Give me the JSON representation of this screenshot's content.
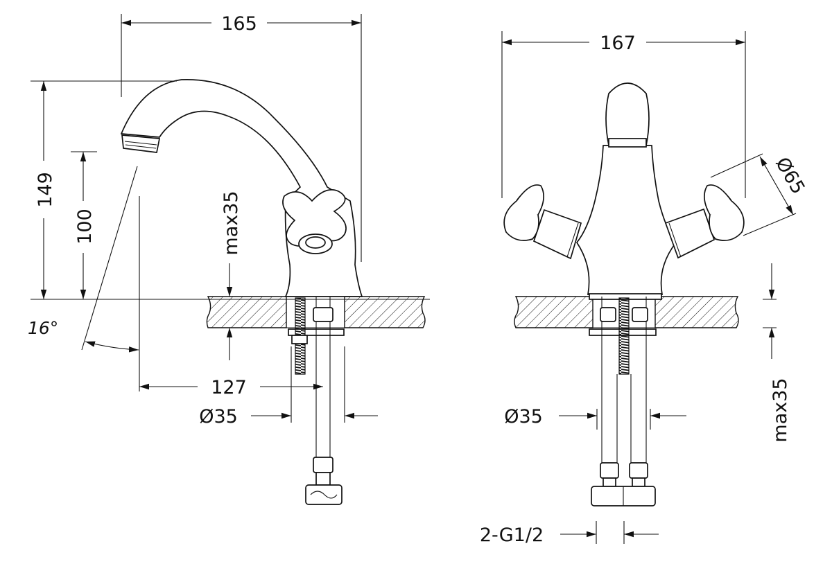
{
  "side_view": {
    "overall_width": "165",
    "overall_height": "149",
    "spout_clearance": "100",
    "max_counter_thickness": "max35",
    "spout_angle": "16°",
    "spout_reach": "127",
    "hole_diameter": "Ø35"
  },
  "front_view": {
    "overall_width": "167",
    "handle_diameter": "Ø65",
    "hole_diameter": "Ø35",
    "max_counter_thickness": "max35",
    "connection_thread": "2-G1/2"
  },
  "colors": {
    "line": "#111111",
    "background": "#ffffff"
  }
}
